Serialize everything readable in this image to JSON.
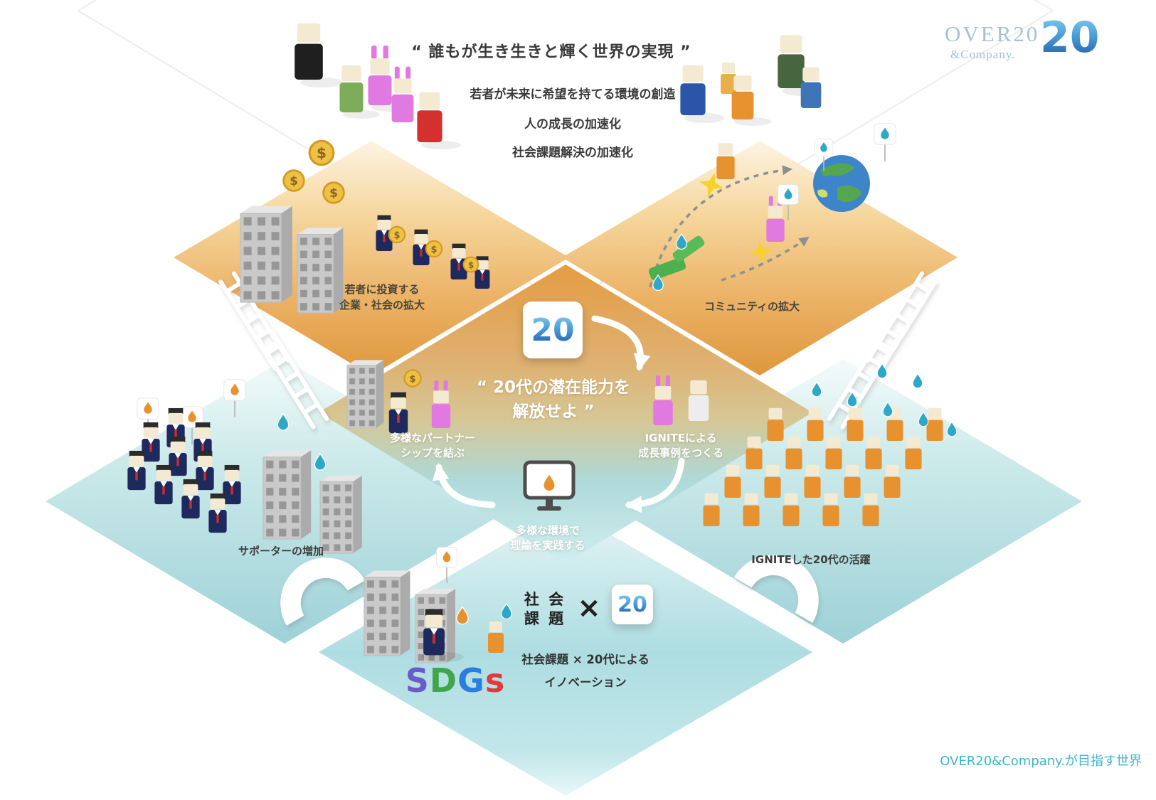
{
  "logo": {
    "name": "OVER20",
    "suffix": "&Company.",
    "badge": "20"
  },
  "vision": {
    "quote": "“ 誰もが生き生きと輝く世界の実現 ”",
    "lines": [
      "若者が未来に希望を持てる環境の創造",
      "人の成長の加速化",
      "社会課題解決の加速化"
    ]
  },
  "center": {
    "badge": "20",
    "quote_line1": "“ 20代の潜在能力を",
    "quote_line2": "解放せよ ”",
    "partnership": {
      "line1": "多様なパートナー",
      "line2": "シップを結ぶ"
    },
    "ignite": {
      "line1": "IGNITEによる",
      "line2": "成長事例をつくる"
    },
    "practice": {
      "line1": "多様な環境で",
      "line2": "理論を実践する"
    }
  },
  "platforms": {
    "investors": {
      "line1": "若者に投資する",
      "line2": "企業・社会の拡大"
    },
    "community": {
      "label": "コミュニティの拡大"
    },
    "supporters": {
      "label": "サポーターの増加"
    },
    "ignited": {
      "label": "IGNITEした20代の活躍"
    },
    "innovation": {
      "social_top": "社 会",
      "social_bottom": "課 題",
      "times": "×",
      "badge": "20",
      "line1": "社会課題 × 20代による",
      "line2": "イノベーション",
      "sdgs": [
        {
          "ch": "S",
          "color": "#6a5bc8"
        },
        {
          "ch": "D",
          "color": "#3fa64b"
        },
        {
          "ch": "G",
          "color": "#2b7de0"
        },
        {
          "ch": "s",
          "color": "#e0393e"
        }
      ]
    }
  },
  "icons": {
    "dollar": "$"
  },
  "colors": {
    "accent_blue": "#2e6db5",
    "caption_teal": "#3cb6cd",
    "platform_orange": "#e8a24a",
    "platform_teal": "#a9d8dd",
    "droplet_teal": "#2fa8c8",
    "droplet_orange": "#e8912f"
  },
  "caption": "OVER20&Company.が目指す世界"
}
